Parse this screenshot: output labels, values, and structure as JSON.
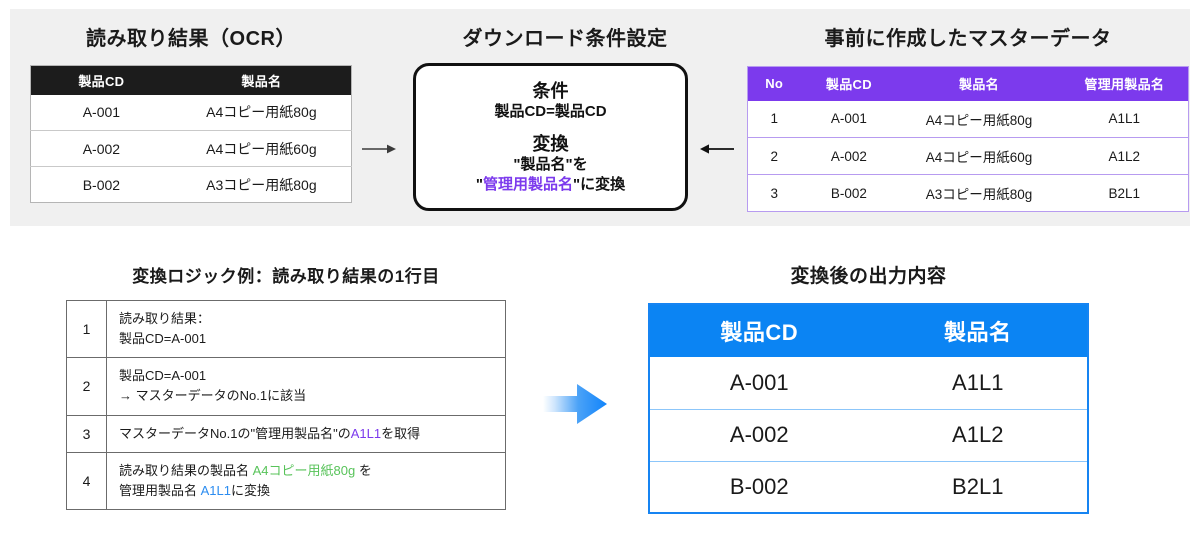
{
  "sections": {
    "ocr": {
      "title": "読み取り結果（OCR）",
      "columns": [
        "製品CD",
        "製品名"
      ],
      "rows": [
        {
          "cd": "A-001",
          "name": "A4コピー用紙80g"
        },
        {
          "cd": "A-002",
          "name": "A4コピー用紙60g"
        },
        {
          "cd": "B-002",
          "name": "A3コピー用紙80g"
        }
      ],
      "name_color": "#58c35a",
      "header_bg": "#1c1c1c"
    },
    "condition": {
      "title": "ダウンロード条件設定",
      "heading1": "条件",
      "line1": "製品CD=製品CD",
      "heading2": "変換",
      "line2": "\"製品名\"を",
      "line3_prefix": "\"",
      "line3_highlight": "管理用製品名",
      "line3_suffix": "\"に変換",
      "highlight_color": "#7c3aed"
    },
    "master": {
      "title": "事前に作成したマスターデータ",
      "columns": [
        "No",
        "製品CD",
        "製品名",
        "管理用製品名"
      ],
      "rows": [
        {
          "no": "1",
          "cd": "A-001",
          "name": "A4コピー用紙80g",
          "admin": "A1L1"
        },
        {
          "no": "2",
          "cd": "A-002",
          "name": "A4コピー用紙60g",
          "admin": "A1L2"
        },
        {
          "no": "3",
          "cd": "B-002",
          "name": "A3コピー用紙80g",
          "admin": "B2L1"
        }
      ],
      "header_bg": "#7c3aed"
    },
    "logic": {
      "title": "変換ロジック例：読み取り結果の1行目",
      "steps": [
        {
          "num": "1",
          "parts": [
            {
              "t": "読み取り結果：",
              "c": "black"
            },
            {
              "t": "\n",
              "c": "br"
            },
            {
              "t": "製品CD=A-001",
              "c": "black"
            }
          ]
        },
        {
          "num": "2",
          "parts": [
            {
              "t": "製品CD=A-001",
              "c": "black"
            },
            {
              "t": "\n",
              "c": "br"
            },
            {
              "t": "→ マスターデータのNo.1に該当",
              "c": "black"
            }
          ]
        },
        {
          "num": "3",
          "parts": [
            {
              "t": "マスターデータNo.1の\"管理用製品名\"の",
              "c": "black"
            },
            {
              "t": "A1L1",
              "c": "purple"
            },
            {
              "t": "を取得",
              "c": "black"
            }
          ]
        },
        {
          "num": "4",
          "parts": [
            {
              "t": "読み取り結果の製品名 ",
              "c": "black"
            },
            {
              "t": "A4コピー用紙80g",
              "c": "green"
            },
            {
              "t": " を",
              "c": "black"
            },
            {
              "t": "\n",
              "c": "br"
            },
            {
              "t": "管理用製品名 ",
              "c": "black"
            },
            {
              "t": "A1L1",
              "c": "blue"
            },
            {
              "t": "に変換",
              "c": "black"
            }
          ]
        }
      ]
    },
    "output": {
      "title": "変換後の出力内容",
      "columns": [
        "製品CD",
        "製品名"
      ],
      "rows": [
        {
          "cd": "A-001",
          "name": "A1L1"
        },
        {
          "cd": "A-002",
          "name": "A1L2"
        },
        {
          "cd": "B-002",
          "name": "B2L1"
        }
      ],
      "header_bg": "#0b84f3",
      "value_color": "#1684f2"
    }
  },
  "arrows": {
    "ocr_to_condition": "right-arrow-icon",
    "master_to_condition": "left-arrow-icon",
    "logic_to_output": "big-right-arrow-icon"
  }
}
